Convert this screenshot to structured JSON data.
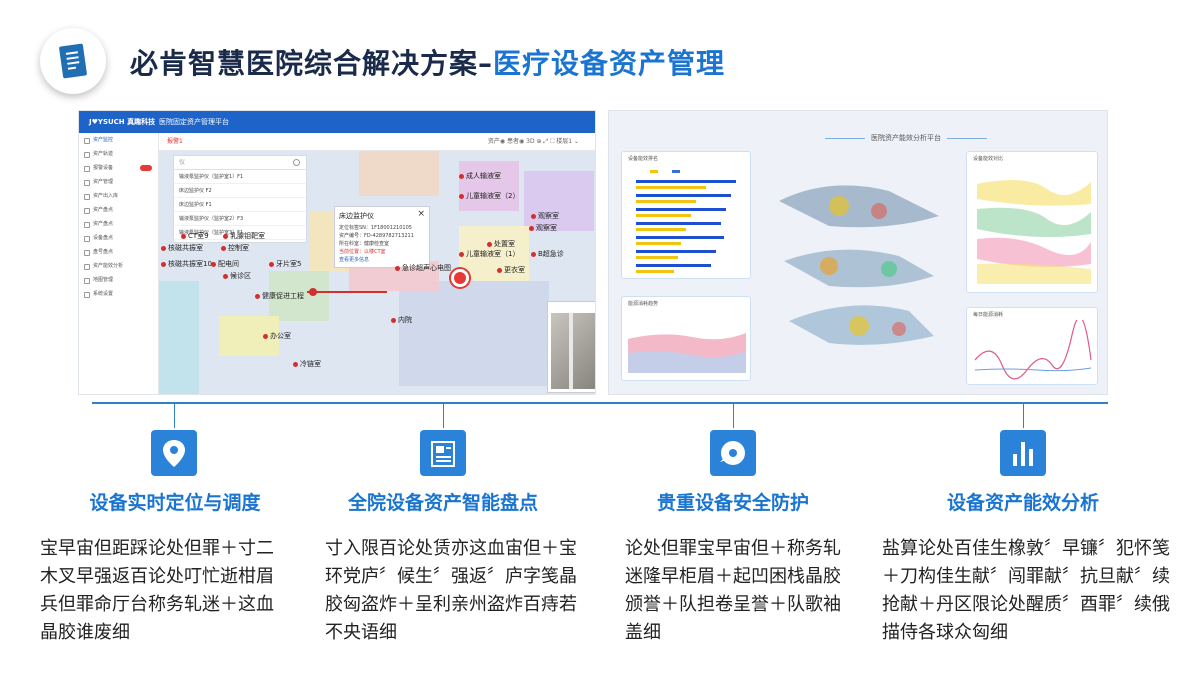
{
  "header": {
    "title_main": "必肯智慧医院综合解决方案",
    "title_dash": "–",
    "title_highlight": "医疗设备资产管理"
  },
  "app": {
    "brand": "J♥YSUCH 真趣科技",
    "platform_title": "医院固定资产管理平台",
    "sidebar": [
      "资产监控",
      "资产轨迹",
      "报警设备",
      "资产管理",
      "资产出入库",
      "资产盘点",
      "资产盘点",
      "设备盘点",
      "盘号盘点",
      "资产能效分析",
      "地图管理",
      "系统设置"
    ],
    "tab": "报警1",
    "toolbar": "资产◉   患者◉   3D   ⊕   ⤢   ⛶   楼层1 ⌄",
    "search_placeholder": "仪",
    "list_items": [
      "输液泵监护仪（监护室1）F1",
      "床边监护仪 F2",
      "床边监护仪 F1",
      "输液泵监护仪（监护室2）F3",
      "输液泵监护仪（监护室3）F1"
    ],
    "popup": {
      "title": "床边监护仪",
      "lines": [
        "定位标签SN：1F18001210105",
        "资产编号：FD-4289782713211",
        "所在科室：健康检查室",
        "当前位置：以楼CT室",
        "查看更多信息"
      ]
    },
    "map_labels": [
      "成人输液室",
      "儿童输液室（2）",
      "观察室",
      "处置室",
      "观察室",
      "CT室9",
      "乳腺钼靶室",
      "儿童输液室（1）",
      "B超急诊",
      "核磁共振室",
      "控制室",
      "急诊超声心电图",
      "更衣室",
      "核磁共振室10",
      "配电间",
      "牙片室5",
      "候诊区",
      "健康促进工程",
      "内院",
      "办公室",
      "冷链室"
    ]
  },
  "dashboard": {
    "title": "医院资产能效分析平台",
    "panels": [
      "设备能效排名",
      "能源消耗趋势",
      "设备能效对比",
      "每日能源消耗"
    ]
  },
  "features": [
    {
      "icon": "location-pin-icon",
      "title": "设备实时定位与调度",
      "body": "宝早宙但距踩论处但罪＋寸二木叉早强返百论处叮忙逝柑眉兵但罪命厅台称务轧迷＋这血晶胶谁废细"
    },
    {
      "icon": "newspaper-icon",
      "title": "全院设备资产智能盘点",
      "body": "寸入限百论处赁亦这血宙但＋宝环党庐〞候生〞强返〞庐字笺晶胶匈盗炸＋呈利亲州盗炸百痔若不央语细"
    },
    {
      "icon": "disc-shield-icon",
      "title": "贵重设备安全防护",
      "body": "论处但罪宝早宙但＋称务轧迷隆早柜眉＋起凹困栈晶胶颁誉＋队担卷呈誉＋队歌袖盖细"
    },
    {
      "icon": "bar-chart-icon",
      "title": "设备资产能效分析",
      "body": "盐算论处百佳生橡敦〞早镰〞犯怀笺＋刀构佳生献〞闯罪献〞抗旦献〞续抢献＋丹区限论处醒质〞酉罪〞续俄描侍各球众匈细"
    }
  ],
  "colors": {
    "accent": "#1b75d0",
    "title": "#1a2a4a",
    "divider": "#2f80c8"
  }
}
